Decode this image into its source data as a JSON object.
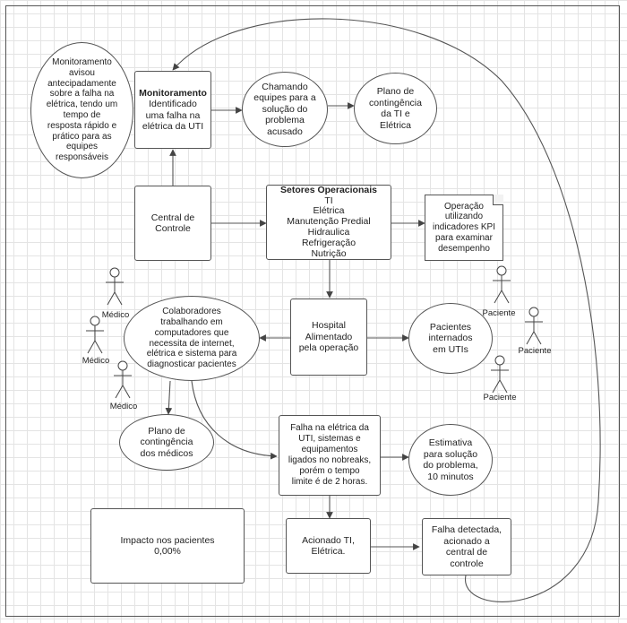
{
  "nodes": {
    "monitor_note": [
      "Monitoramento",
      "avisou",
      "antecipadamente",
      "sobre a falha na",
      "elétrica, tendo um",
      "tempo de",
      "resposta rápido e",
      "prático para as",
      "equipes",
      "responsáveis"
    ],
    "monitoramento": {
      "title": "Monitoramento",
      "lines": [
        "Identificado",
        "uma falha na",
        "elétrica da UTI"
      ]
    },
    "chamando": [
      "Chamando",
      "equipes para a",
      "solução do",
      "problema",
      "acusado"
    ],
    "plano_ti": [
      "Plano de",
      "contingência",
      "da TI e",
      "Elétrica"
    ],
    "central": [
      "Central de",
      "Controle"
    ],
    "setores": {
      "title": "Setores Operacionais",
      "lines": [
        "TI",
        "Elétrica",
        "Manutenção Predial",
        "Hidraulica",
        "Refrigeração",
        "Nutrição"
      ]
    },
    "operacao": [
      "Operação",
      "utilizando",
      "indicadores KPI",
      "para examinar",
      "desempenho"
    ],
    "colaboradores": [
      "Colaboradores",
      "trabalhando em",
      "computadores que",
      "necessita de internet,",
      "elétrica e sistema para",
      "diagnosticar pacientes"
    ],
    "hospital": [
      "Hospital",
      "Alimentado",
      "pela operação"
    ],
    "pacientes": [
      "Pacientes",
      "internados",
      "em UTIs"
    ],
    "plano_medicos": [
      "Plano de",
      "contingência",
      "dos médicos"
    ],
    "falha": [
      "Falha na elétrica da",
      "UTI, sistemas e",
      "equipamentos",
      "ligados no nobreaks,",
      "porém o tempo",
      "limite é de 2 horas."
    ],
    "estimativa": [
      "Estimativa",
      "para solução",
      "do problema,",
      "10 minutos"
    ],
    "impacto": [
      "Impacto nos pacientes",
      "0,00%"
    ],
    "acionado": [
      "Acionado TI,",
      "Elétrica."
    ],
    "detectada": [
      "Falha detectada,",
      "acionado a",
      "central de",
      "controle"
    ]
  },
  "actors": {
    "medico_1": "Médico",
    "medico_2": "Médico",
    "medico_3": "Médico",
    "paciente_1": "Paciente",
    "paciente_2": "Paciente",
    "paciente_3": "Paciente"
  },
  "colors": {
    "stroke": "#555555",
    "grid": "#e4e4e4",
    "fill": "#ffffff"
  }
}
